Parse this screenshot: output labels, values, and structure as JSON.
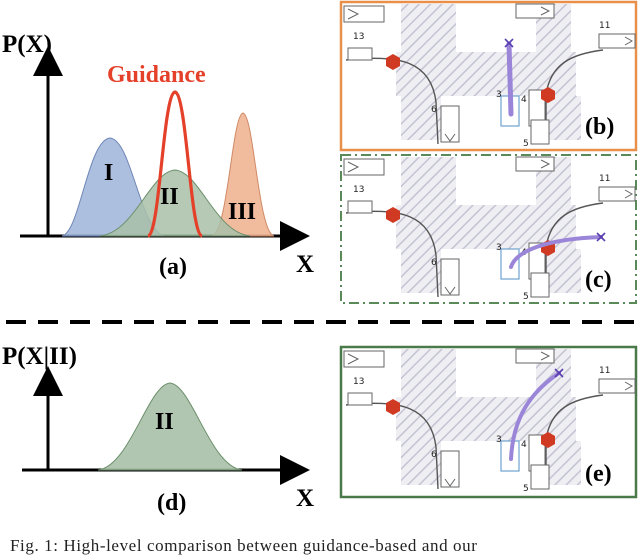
{
  "left_top": {
    "y_axis_label": "P(X)",
    "x_axis_label": "X",
    "guidance_label": "Guidance",
    "modes": [
      {
        "label": "I",
        "color": "#9fb4d8"
      },
      {
        "label": "II",
        "color": "#a8c0a8"
      },
      {
        "label": "III",
        "color": "#f0b493"
      }
    ],
    "guidance_color": "#e4402a",
    "panel_tag": "(a)"
  },
  "left_bottom": {
    "y_axis_label": "P(X|II)",
    "x_axis_label": "X",
    "mode_label": "II",
    "panel_tag": "(d)"
  },
  "scenes": [
    {
      "tag": "(b)",
      "border_color": "#e8904a",
      "border_style": "solid"
    },
    {
      "tag": "(c)",
      "border_color": "#5a8a5a",
      "border_style": "dash-dot"
    },
    {
      "tag": "(e)",
      "border_color": "#4a7a4a",
      "border_style": "solid"
    }
  ],
  "scene_labels": {
    "lane_13": "13",
    "lane_11": "11",
    "lane_6": "6",
    "lane_3": "3",
    "lane_4": "4",
    "lane_5": "5"
  },
  "colors": {
    "stop_sign": "#d03a22",
    "trajectory": "#9b85d8",
    "road_line": "#555555",
    "hatch": "#c9c9d6"
  },
  "caption": "Fig. 1: High-level comparison between guidance-based and our"
}
